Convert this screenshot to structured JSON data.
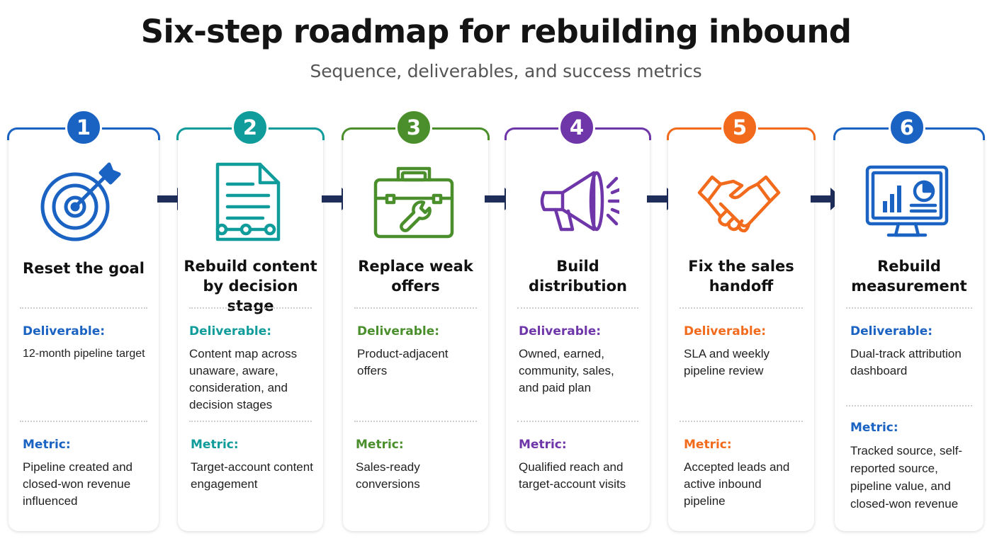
{
  "title": "Six-step roadmap for rebuilding inbound",
  "subtitle": "Sequence, deliverables, and success metrics",
  "arrow_color": "#1e2d5a",
  "steps": [
    {
      "number": "1",
      "title": "Reset the goal",
      "color": "#1b63c2",
      "icon": "target-icon",
      "deliverable_label": "Deliverable:",
      "deliverable": "12-month pipeline target",
      "metric_label": "Metric:",
      "metric": "Pipeline created and closed-won revenue influenced"
    },
    {
      "number": "2",
      "title": "Rebuild content by decision stage",
      "color": "#109c9a",
      "icon": "document-icon",
      "deliverable_label": "Deliverable:",
      "deliverable": "Content map across unaware, aware, consideration, and decision stages",
      "metric_label": "Metric:",
      "metric": "Target-account content engagement"
    },
    {
      "number": "3",
      "title": "Replace weak offers",
      "color": "#4a8f2c",
      "icon": "toolbox-icon",
      "deliverable_label": "Deliverable:",
      "deliverable": "Product-adjacent offers",
      "metric_label": "Metric:",
      "metric": "Sales-ready conversions"
    },
    {
      "number": "4",
      "title": "Build distribution",
      "color": "#6e36a8",
      "icon": "megaphone-icon",
      "deliverable_label": "Deliverable:",
      "deliverable": "Owned, earned, community, sales, and paid plan",
      "metric_label": "Metric:",
      "metric": "Qualified reach and target-account visits"
    },
    {
      "number": "5",
      "title": "Fix the sales handoff",
      "color": "#f26b1d",
      "icon": "handshake-icon",
      "deliverable_label": "Deliverable:",
      "deliverable": "SLA and weekly pipeline review",
      "metric_label": "Metric:",
      "metric": "Accepted leads and active inbound pipeline"
    },
    {
      "number": "6",
      "title": "Rebuild measurement",
      "color": "#1b63c2",
      "icon": "dashboard-icon",
      "deliverable_label": "Deliverable:",
      "deliverable": "Dual-track attribution dashboard",
      "metric_label": "Metric:",
      "metric": "Tracked source, self-reported source, pipeline value, and closed-won revenue"
    }
  ]
}
